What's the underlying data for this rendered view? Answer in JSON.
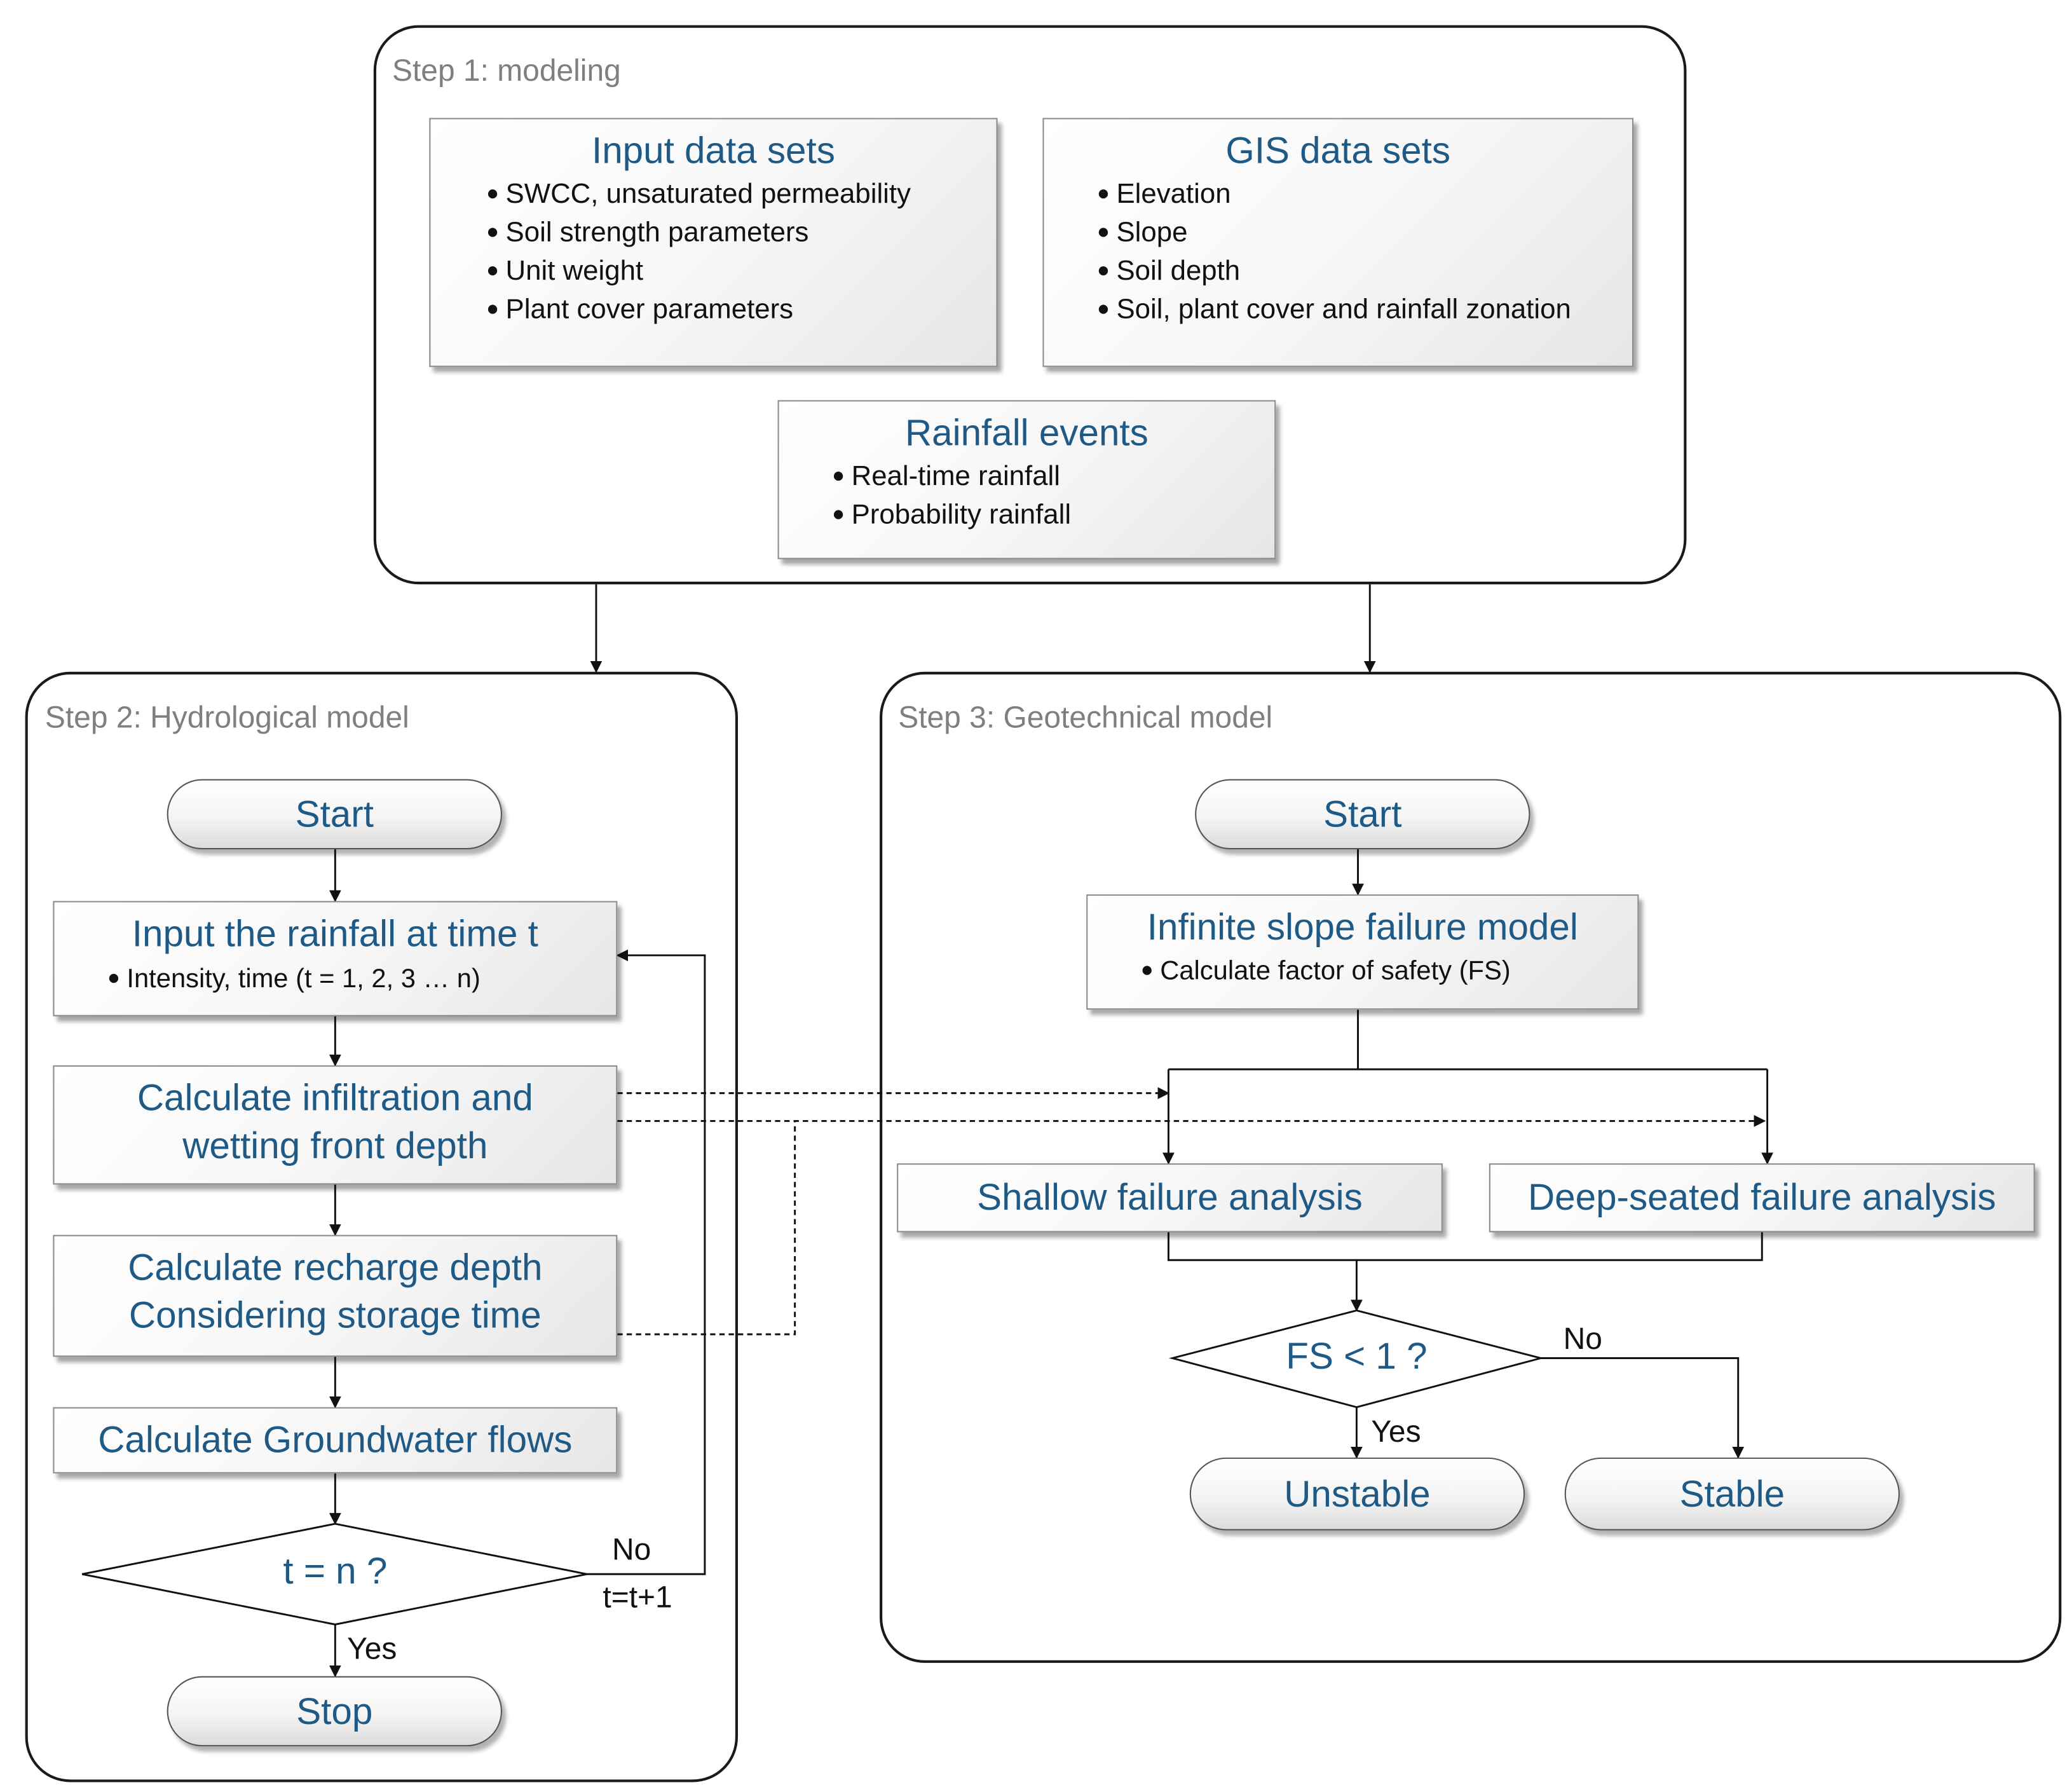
{
  "step1": {
    "label": "Step 1: modeling",
    "input": {
      "title": "Input data sets",
      "items": [
        "SWCC, unsaturated permeability",
        "Soil strength parameters",
        "Unit weight",
        "Plant cover parameters"
      ]
    },
    "gis": {
      "title": "GIS data sets",
      "items": [
        "Elevation",
        "Slope",
        "Soil depth",
        "Soil, plant cover and rainfall zonation"
      ]
    },
    "rain": {
      "title": "Rainfall events",
      "items": [
        "Real-time rainfall",
        "Probability rainfall"
      ]
    }
  },
  "step2": {
    "label": "Step 2: Hydrological model",
    "start": "Start",
    "input_title": "Input the rainfall at time t",
    "input_item": "Intensity, time (t = 1, 2, 3 … n)",
    "infil_line1": "Calculate infiltration and",
    "infil_line2": "wetting front depth",
    "recharge_line1": "Calculate recharge depth",
    "recharge_line2": "Considering storage time",
    "groundwater": "Calculate Groundwater flows",
    "decision": "t = n ?",
    "no": "No",
    "increment": "t=t+1",
    "yes": "Yes",
    "stop": "Stop"
  },
  "step3": {
    "label": "Step 3: Geotechnical model",
    "start": "Start",
    "infinite_title": "Infinite slope failure model",
    "infinite_item": "Calculate factor of safety (FS)",
    "shallow": "Shallow failure analysis",
    "deep": "Deep-seated failure analysis",
    "decision": "FS < 1 ?",
    "no": "No",
    "yes": "Yes",
    "unstable": "Unstable",
    "stable": "Stable"
  },
  "colors": {
    "title_blue": "#1f5a86",
    "step_gray": "#7f7f7f"
  }
}
